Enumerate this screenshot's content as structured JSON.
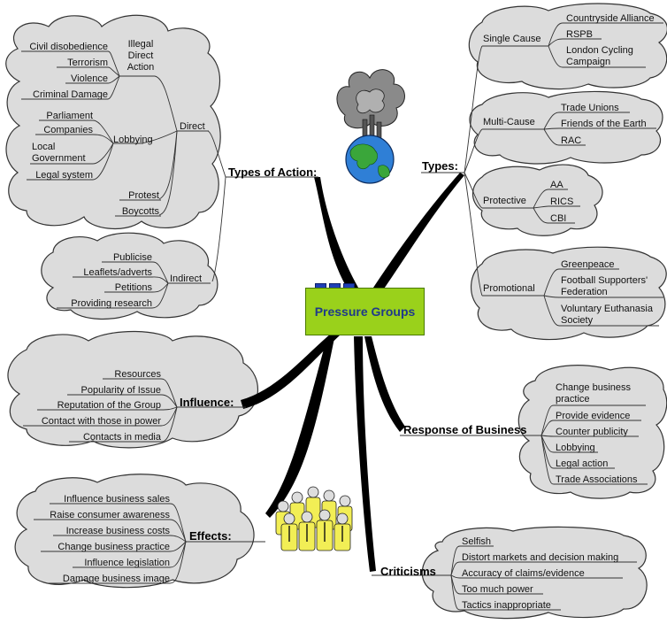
{
  "center": {
    "title": "Pressure Groups"
  },
  "types": {
    "label": "Types:",
    "single_cause": {
      "label": "Single Cause",
      "items": [
        "Countryside Alliance",
        "RSPB",
        "London Cycling Campaign"
      ]
    },
    "multi_cause": {
      "label": "Multi-Cause",
      "items": [
        "Trade Unions",
        "Friends of the Earth",
        "RAC"
      ]
    },
    "protective": {
      "label": "Protective",
      "items": [
        "AA",
        "RICS",
        "CBI"
      ]
    },
    "promotional": {
      "label": "Promotional",
      "items": [
        "Greenpeace",
        "Football Supporters' Federation",
        "Voluntary Euthanasia Society"
      ]
    }
  },
  "types_of_action": {
    "label": "Types of Action:",
    "direct": {
      "label": "Direct",
      "illegal": {
        "label": "Illegal Direct Action",
        "items": [
          "Civil disobedience",
          "Terrorism",
          "Violence",
          "Criminal Damage"
        ]
      },
      "lobbying": {
        "label": "Lobbying",
        "items": [
          "Parliament",
          "Companies",
          "Local Government",
          "Legal system"
        ]
      },
      "other": [
        "Protest",
        "Boycotts"
      ]
    },
    "indirect": {
      "label": "Indirect",
      "items": [
        "Publicise",
        "Leaflets/adverts",
        "Petitions",
        "Providing research"
      ]
    }
  },
  "influence": {
    "label": "Influence:",
    "items": [
      "Resources",
      "Popularity of Issue",
      "Reputation of the Group",
      "Contact with those in power",
      "Contacts in media"
    ]
  },
  "effects": {
    "label": "Effects:",
    "items": [
      "Influence business sales",
      "Raise consumer awareness",
      "Increase business costs",
      "Change business practice",
      "Influence legislation",
      "Damage business image"
    ]
  },
  "response_of_business": {
    "label": "Response of Business",
    "items": [
      "Change business practice",
      "Provide evidence",
      "Counter publicity",
      "Lobbying",
      "Legal action",
      "Trade Associations"
    ]
  },
  "criticisms": {
    "label": "Criticisms",
    "items": [
      "Selfish",
      "Distort markets and decision making",
      "Accuracy of claims/evidence",
      "Too much power",
      "Tactics inappropriate"
    ]
  },
  "icons": {
    "top": "polluted-globe-icon",
    "bottom": "group-of-people-icon"
  },
  "colors": {
    "cloud_fill": "#dcdcdc",
    "cloud_stroke": "#333333",
    "center_fill": "#9ad11b",
    "center_text": "#1f3a8a",
    "branch": "#000000"
  }
}
